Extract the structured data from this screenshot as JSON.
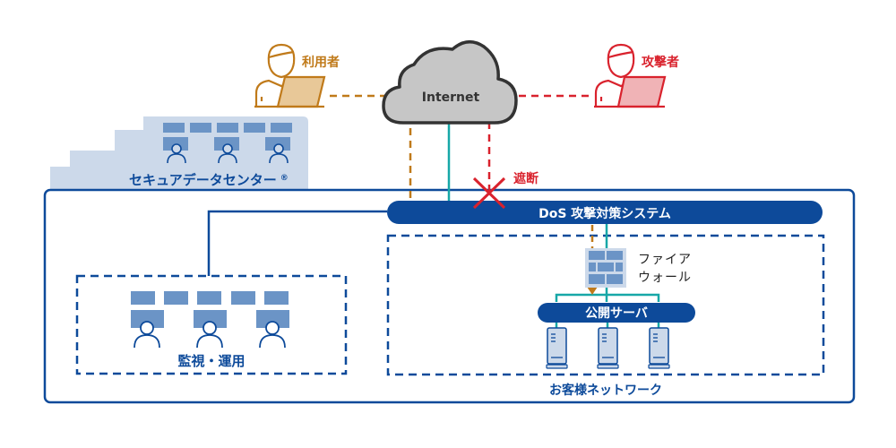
{
  "colors": {
    "navy": "#0d4a9a",
    "light_blue_fill": "#ccd9ea",
    "block_blue": "#6b94c6",
    "teal": "#17a7a7",
    "user_brown": "#c07a1a",
    "user_laptop": "#e8c898",
    "attacker_red": "#d9222d",
    "attacker_laptop": "#f0b3b6",
    "cloud_fill": "#c6c6c6",
    "cloud_stroke": "#333333"
  },
  "actors": {
    "user": {
      "label": "利用者",
      "icon": "user-with-laptop-icon"
    },
    "attacker": {
      "label": "攻撃者",
      "icon": "attacker-with-laptop-icon"
    }
  },
  "internet": {
    "label": "Internet",
    "icon": "cloud-icon"
  },
  "secure_datacenter": {
    "label": "セキュアデータセンター",
    "mark": "®"
  },
  "blocked": {
    "label": "遮断",
    "icon": "x-cross-icon"
  },
  "dos_system": {
    "label": "DoS 攻撃対策システム"
  },
  "monitoring": {
    "label": "監視・運用"
  },
  "firewall": {
    "label_line1": "ファイア",
    "label_line2": "ウォール",
    "icon": "brick-wall-icon"
  },
  "public_servers": {
    "label": "公開サーバ",
    "count": 3,
    "icon": "server-tower-icon"
  },
  "customer_network": {
    "label": "お客様ネットワーク"
  }
}
